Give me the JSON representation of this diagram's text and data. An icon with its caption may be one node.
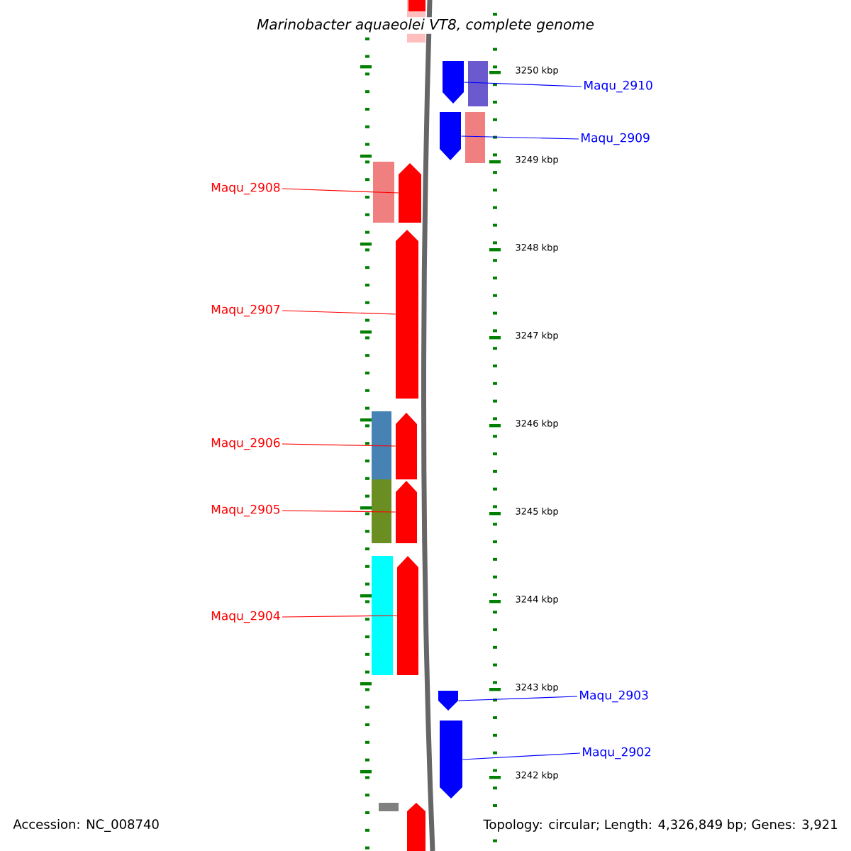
{
  "diagram": {
    "title": "Marinobacter aquaeolei VT8, complete genome",
    "nodes": [
      {
        "text": [
          "Maqu_2910"
        ]
      },
      {
        "text": [
          "Maqu_2909"
        ]
      },
      {
        "text": [
          "Maqu_2908"
        ]
      },
      {
        "text": [
          "Maqu_2907"
        ]
      },
      {
        "text": [
          "Maqu_2906"
        ]
      },
      {
        "text": [
          "Maqu_2905"
        ]
      },
      {
        "text": [
          "Maqu_2904"
        ]
      },
      {
        "text": [
          "Maqu_2903"
        ]
      },
      {
        "text": [
          "Maqu_2902"
        ]
      },
      {
        "text": [],
        "shape": "block"
      },
      {
        "text": [],
        "shape": "block"
      },
      {
        "text": [],
        "shape": "block"
      },
      {
        "text": [],
        "shape": "block"
      },
      {
        "text": [],
        "shape": "block"
      },
      {
        "text": [],
        "shape": "block"
      },
      {
        "text": [],
        "shape": "block"
      },
      {
        "text": [],
        "shape": "block"
      },
      {
        "text": [],
        "shape": "block"
      }
    ],
    "edges": [
      {
        "from": 0,
        "to": 9,
        "arrow": "none",
        "color": "#0000ff"
      },
      {
        "from": 1,
        "to": 10,
        "arrow": "none",
        "color": "#0000ff"
      },
      {
        "from": 2,
        "to": 11,
        "arrow": "none"
      },
      {
        "from": 3,
        "to": 12,
        "arrow": "none"
      },
      {
        "from": 4,
        "to": 13,
        "arrow": "none"
      },
      {
        "from": 5,
        "to": 14,
        "arrow": "none"
      },
      {
        "from": 6,
        "to": 15,
        "arrow": "none"
      },
      {
        "from": 7,
        "to": 16,
        "arrow": "none",
        "color": "#0000ff"
      },
      {
        "from": 8,
        "to": 17,
        "arrow": "none",
        "color": "#0000ff"
      }
    ],
    "labels": [
      "3250 kbp",
      "3249 kbp",
      "3248 kbp",
      "3247 kbp",
      "3246 kbp",
      "3245 kbp",
      "3244 kbp",
      "3243 kbp",
      "3242 kbp",
      "Accession: NC_008740",
      "Topology: circular; Length: 4,326,849 bp; Genes: 3,921"
    ]
  }
}
